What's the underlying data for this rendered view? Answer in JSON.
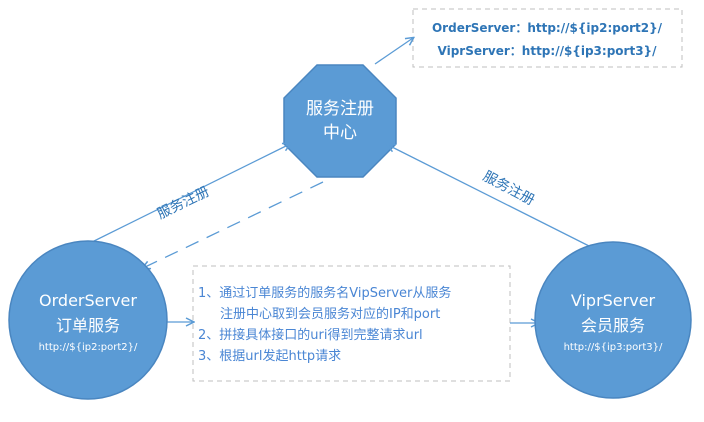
{
  "registry": {
    "title_line1": "服务注册",
    "title_line2": "中心"
  },
  "order_server": {
    "name": "OrderServer",
    "label": "订单服务",
    "url": "http://${ip2:port2}/"
  },
  "vipr_server": {
    "name": "ViprServer",
    "label": "会员服务",
    "url": "http://${ip3:port3}/"
  },
  "registry_table": {
    "row1": "OrderServer：http://${ip2:port2}/",
    "row2": "ViprServer：http://${ip3:port3}/"
  },
  "edges": {
    "order_register": "服务注册",
    "vipr_register": "服务注册"
  },
  "steps": {
    "line1": "1、通过订单服务的服务名VipServer从服务",
    "line2": "注册中心取到会员服务对应的IP和port",
    "line3": "2、拼接具体接口的uri得到完整请求url",
    "line4": "3、根据url发起http请求"
  },
  "colors": {
    "node_fill": "#5b9bd5",
    "node_stroke": "#4a86c0",
    "arrow": "#5b9bd5",
    "dashed_border": "#bfbfbf",
    "text_blue": "#2e75b6"
  }
}
